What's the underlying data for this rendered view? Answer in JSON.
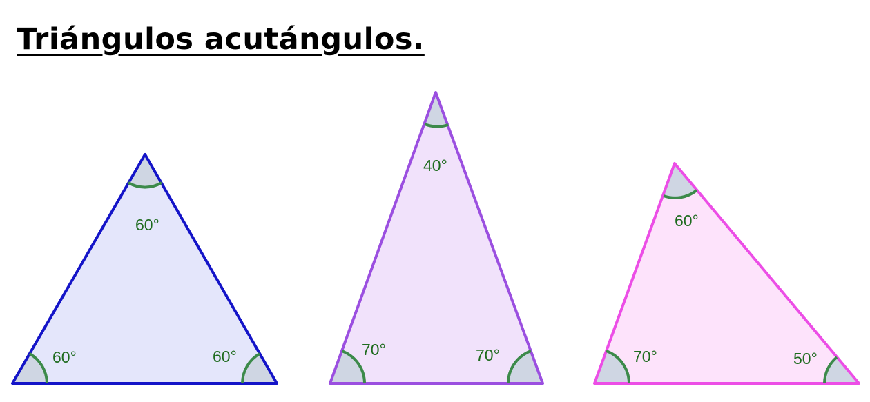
{
  "title": "Triángulos acutángulos.",
  "colors": {
    "angle_fill": "#cfd6e3",
    "arc": "#3c8a4a",
    "label": "#1e6b1e"
  },
  "triangles": [
    {
      "stroke": "#1414c8",
      "fill": "#e4e6fb",
      "angles": {
        "apex": "60°",
        "left": "60°",
        "right": "60°"
      }
    },
    {
      "stroke": "#9b4fe0",
      "fill": "#f1e2fb",
      "angles": {
        "apex": "40°",
        "left": "70°",
        "right": "70°"
      }
    },
    {
      "stroke": "#ec4ee6",
      "fill": "#fde3fb",
      "angles": {
        "apex": "60°",
        "left": "70°",
        "right": "50°"
      }
    }
  ]
}
